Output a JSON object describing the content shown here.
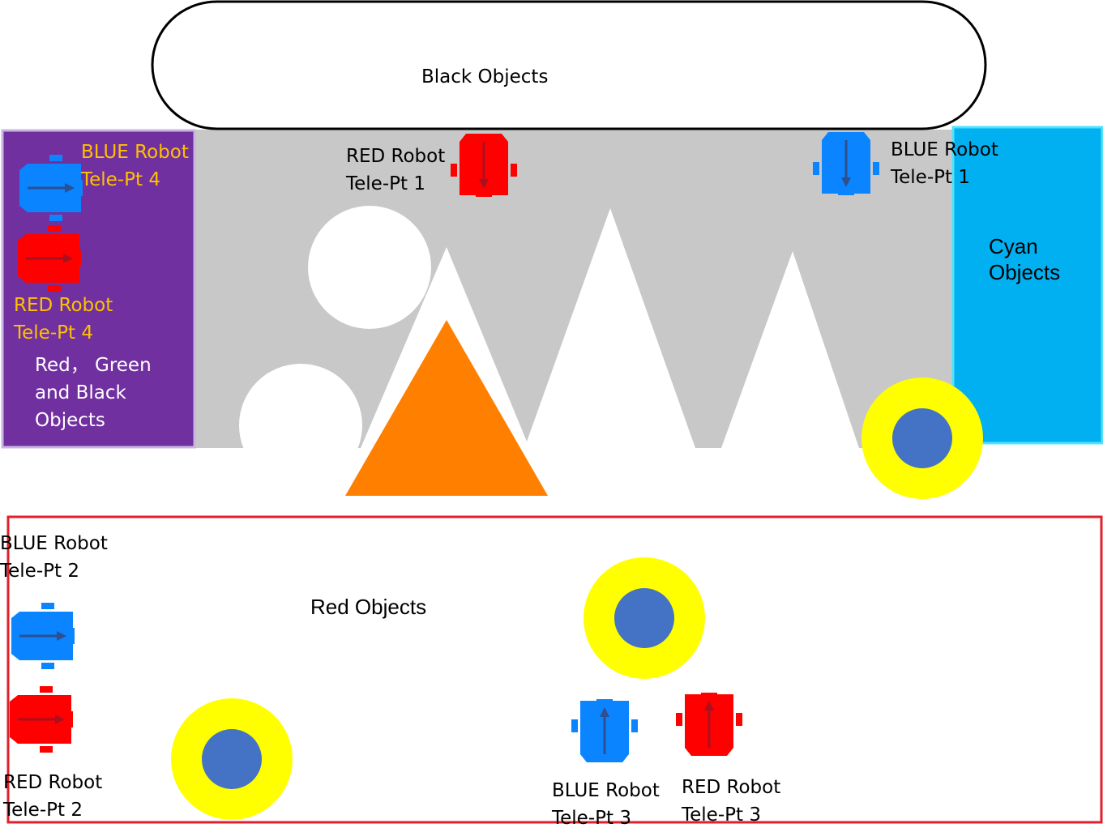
{
  "colors": {
    "gray_zone": "#c8c8c8",
    "purple_zone": "#7030a0",
    "cyan_zone": "#00b0f0",
    "red_border": "#e0202a",
    "orange": "#ff7f00",
    "yellow": "#ffff00",
    "disc_blue": "#4472c4",
    "robot_red": "#ff0000",
    "robot_blue": "#0a84ff",
    "label_orange": "#ffc000"
  },
  "zones": {
    "black": "Black  Objects",
    "purple": "Red， Green\nand Black\nObjects",
    "cyan": "Cyan\nObjects",
    "red": "Red Objects"
  },
  "robots": {
    "red_1": "RED Robot\nTele-Pt 1",
    "blue_1": "BLUE Robot\nTele-Pt 1",
    "blue_4": "BLUE Robot\nTele-Pt 4",
    "red_4": "RED Robot\nTele-Pt 4",
    "blue_2": "BLUE Robot\nTele-Pt 2",
    "red_2": "RED Robot\nTele-Pt 2",
    "blue_3": "BLUE Robot\nTele-Pt 3",
    "red_3": "RED Robot\nTele-Pt 3"
  },
  "icons": {
    "robot": "robot-icon",
    "arrow": "arrow-icon",
    "target": "target-icon"
  }
}
